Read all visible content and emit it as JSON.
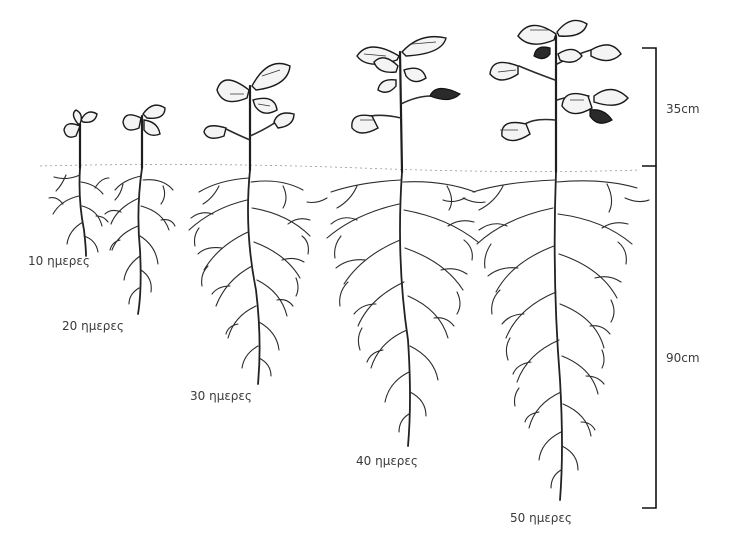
{
  "figure": {
    "stages": [
      {
        "label": "10 ημερες"
      },
      {
        "label": "20 ημερες"
      },
      {
        "label": "30 ημερες"
      },
      {
        "label": "40 ημερες"
      },
      {
        "label": "50 ημερες"
      }
    ],
    "scale": {
      "shoot_label": "35cm",
      "root_label": "90cm"
    }
  }
}
